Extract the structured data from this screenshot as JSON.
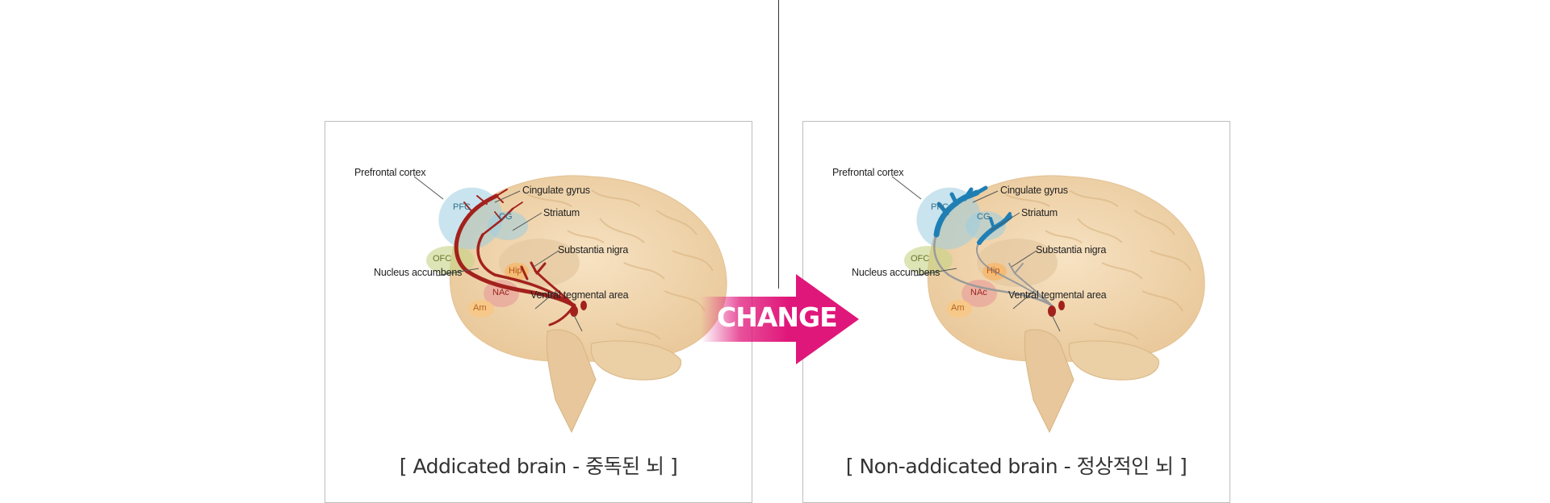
{
  "colors": {
    "pathway_addicted": "#a3211d",
    "pathway_normal": "#1f7fb4",
    "arrow": "#e0177a",
    "brain": "#f1d6ae"
  },
  "left_panel": {
    "caption": "[ Addicated brain - 중독된 뇌 ]",
    "labels": {
      "prefrontal_cortex": "Prefrontal cortex",
      "cingulate_gyrus": "Cingulate gyrus",
      "striatum": "Striatum",
      "substantia_nigra": "Substantia nigra",
      "nucleus_accumbens": "Nucleus accumbens",
      "ventral_tegmental_area": "Ventral tegmental area"
    },
    "regions": {
      "pfc": "PFC",
      "cg": "CG",
      "ofc": "OFC",
      "hip": "Hip",
      "nac": "NAc",
      "am": "Am"
    }
  },
  "right_panel": {
    "caption": "[ Non-addicated brain - 정상적인 뇌 ]",
    "labels": {
      "prefrontal_cortex": "Prefrontal cortex",
      "cingulate_gyrus": "Cingulate gyrus",
      "striatum": "Striatum",
      "substantia_nigra": "Substantia nigra",
      "nucleus_accumbens": "Nucleus accumbens",
      "ventral_tegmental_area": "Ventral tegmental area"
    },
    "regions": {
      "pfc": "PFC",
      "cg": "CG",
      "ofc": "OFC",
      "hip": "Hip",
      "nac": "NAc",
      "am": "Am"
    }
  },
  "change_arrow": {
    "label": "CHANGE"
  }
}
